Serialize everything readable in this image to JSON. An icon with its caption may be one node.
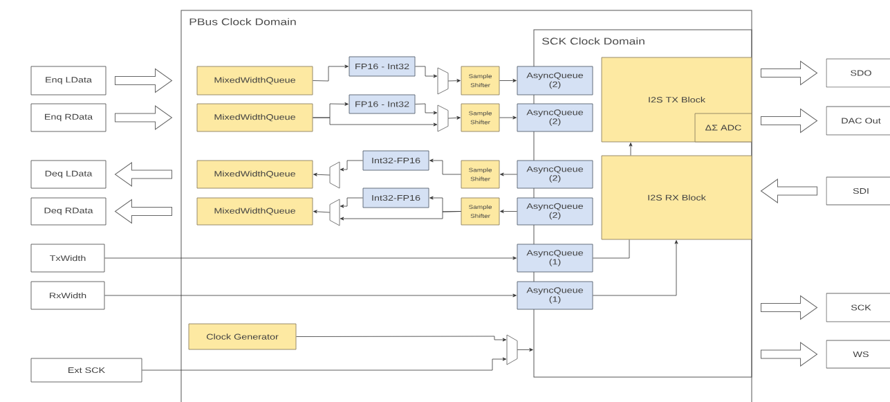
{
  "diagram": {
    "nodes": [
      {
        "text": [
          "PBus Clock Domain"
        ]
      },
      {
        "text": [
          "SCK Clock Domain"
        ],
        "in": 0
      },
      {
        "text": [
          "Enq LData"
        ]
      },
      {
        "text": [
          "Enq RData"
        ]
      },
      {
        "text": [
          "Deq LData"
        ]
      },
      {
        "text": [
          "Deq RData"
        ]
      },
      {
        "text": [
          "TxWidth"
        ]
      },
      {
        "text": [
          "RxWidth"
        ]
      },
      {
        "text": [
          "Ext SCK"
        ]
      },
      {
        "text": [
          "MixedWidthQueue"
        ],
        "in": 0
      },
      {
        "text": [
          "MixedWidthQueue"
        ],
        "in": 0
      },
      {
        "text": [
          "MixedWidthQueue"
        ],
        "in": 0
      },
      {
        "text": [
          "MixedWidthQueue"
        ],
        "in": 0
      },
      {
        "text": [
          "FP16 - Int32"
        ],
        "in": 0
      },
      {
        "text": [
          "FP16 - Int32"
        ],
        "in": 0
      },
      {
        "text": [
          "Int32-FP16"
        ],
        "in": 0
      },
      {
        "text": [
          "Int32-FP16"
        ],
        "in": 0
      },
      {
        "text": [],
        "shape": "trapezoid",
        "in": 0
      },
      {
        "text": [],
        "shape": "trapezoid",
        "in": 0
      },
      {
        "text": [],
        "shape": "trapezoid",
        "in": 0
      },
      {
        "text": [],
        "shape": "trapezoid",
        "in": 0
      },
      {
        "text": [],
        "shape": "trapezoid",
        "in": 0
      },
      {
        "text": [
          "Sample Shifter"
        ],
        "in": 0
      },
      {
        "text": [
          "Sample Shifter"
        ],
        "in": 0
      },
      {
        "text": [
          "Sample Shifter"
        ],
        "in": 0
      },
      {
        "text": [
          "Sample Shifter"
        ],
        "in": 0
      },
      {
        "text": [
          "AsyncQueue (2)"
        ],
        "in": 0
      },
      {
        "text": [
          "AsyncQueue (2)"
        ],
        "in": 0
      },
      {
        "text": [
          "AsyncQueue (2)"
        ],
        "in": 0
      },
      {
        "text": [
          "AsyncQueue (2)"
        ],
        "in": 0
      },
      {
        "text": [
          "AsyncQueue (1)"
        ],
        "in": 0
      },
      {
        "text": [
          "AsyncQueue (1)"
        ],
        "in": 0
      },
      {
        "text": [
          "Clock Generator"
        ],
        "in": 0
      },
      {
        "text": [
          "I2S TX Block"
        ],
        "in": 1
      },
      {
        "text": [
          "ΔΣ ADC"
        ],
        "in": 33
      },
      {
        "text": [
          "I2S RX Block"
        ],
        "in": 1
      },
      {
        "text": [
          "SDO"
        ]
      },
      {
        "text": [
          "DAC Out"
        ]
      },
      {
        "text": [
          "SDI"
        ]
      },
      {
        "text": [
          "SCK"
        ]
      },
      {
        "text": [
          "WS"
        ]
      }
    ],
    "edges": [
      {
        "from": 2,
        "to": 0,
        "arrow": "to",
        "style": "thick"
      },
      {
        "from": 3,
        "to": 0,
        "arrow": "to",
        "style": "thick"
      },
      {
        "from": 0,
        "to": 4,
        "arrow": "to",
        "style": "thick"
      },
      {
        "from": 0,
        "to": 5,
        "arrow": "to",
        "style": "thick"
      },
      {
        "from": 33,
        "to": 36,
        "arrow": "to",
        "style": "thick"
      },
      {
        "from": 34,
        "to": 37,
        "arrow": "to",
        "style": "thick"
      },
      {
        "from": 38,
        "to": 35,
        "arrow": "to",
        "style": "thick"
      },
      {
        "from": 1,
        "to": 39,
        "arrow": "to",
        "style": "thick"
      },
      {
        "from": 1,
        "to": 40,
        "arrow": "to",
        "style": "thick"
      },
      {
        "from": 9,
        "to": 13,
        "arrow": "to"
      },
      {
        "from": 13,
        "to": 17,
        "arrow": "to"
      },
      {
        "from": 17,
        "to": 22,
        "arrow": "to"
      },
      {
        "from": 22,
        "to": 26,
        "arrow": "to"
      },
      {
        "from": 10,
        "to": 14,
        "arrow": "to"
      },
      {
        "from": 10,
        "to": 18,
        "arrow": "to"
      },
      {
        "from": 14,
        "to": 18,
        "arrow": "to"
      },
      {
        "from": 18,
        "to": 23,
        "arrow": "to"
      },
      {
        "from": 23,
        "to": 27,
        "arrow": "to"
      },
      {
        "from": 28,
        "to": 24,
        "arrow": "to"
      },
      {
        "from": 24,
        "to": 15,
        "arrow": "to"
      },
      {
        "from": 15,
        "to": 19,
        "arrow": "to"
      },
      {
        "from": 19,
        "to": 11,
        "arrow": "to"
      },
      {
        "from": 29,
        "to": 25,
        "arrow": "to"
      },
      {
        "from": 25,
        "to": 16,
        "arrow": "to"
      },
      {
        "from": 25,
        "to": 20,
        "arrow": "to"
      },
      {
        "from": 16,
        "to": 20,
        "arrow": "to"
      },
      {
        "from": 20,
        "to": 12,
        "arrow": "to"
      },
      {
        "from": 6,
        "to": 30,
        "arrow": "to"
      },
      {
        "from": 7,
        "to": 31,
        "arrow": "to"
      },
      {
        "from": 30,
        "to": 35,
        "arrow": "none"
      },
      {
        "from": 31,
        "to": 35,
        "arrow": "to"
      },
      {
        "from": 35,
        "to": 33,
        "arrow": "to"
      },
      {
        "from": 32,
        "to": 21,
        "arrow": "to"
      },
      {
        "from": 8,
        "to": 21,
        "arrow": "to"
      },
      {
        "from": 21,
        "to": 1,
        "arrow": "to"
      }
    ]
  }
}
